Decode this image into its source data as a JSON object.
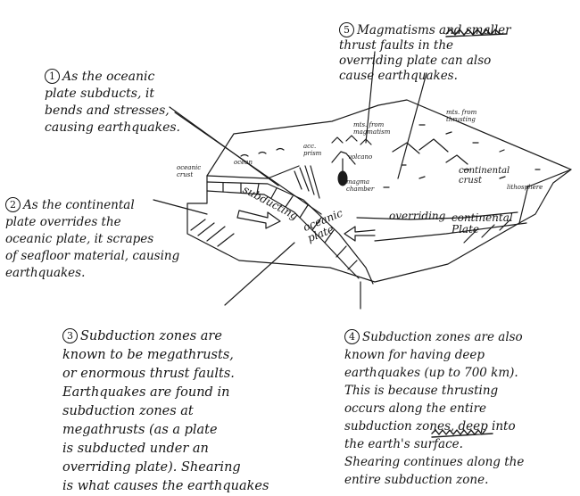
{
  "notes": [
    {
      "number": "1",
      "text": "As the oceanic\nplate subducts, it\nbends and stresses,\ncausing earthquakes."
    },
    {
      "number": "2",
      "text": "As the continental\nplate overrides the\noceanic plate, it scrapes\nof seafloor material, causing\nearthquakes."
    },
    {
      "number": "3",
      "text": "Subduction zones are\nknown to be megathrusts,\nor enormous thrust faults.\nEarthquakes are found in\nsubduction zones at\nmegathrusts (as a plate\nis subducted under an\noverriding plate). Shearing\nis what causes the earthquakes"
    },
    {
      "number": "4",
      "text": "Subduction zones are also\nknown for having deep\nearthquakes (up to 700 km).\nThis is because thrusting\noccurs along the entire\nsubduction zones, deep into\nthe earth's        surface.\nShearing continues along the\nentire subduction zone."
    },
    {
      "number": "5",
      "text": "Magmatisms and smaller\nthrust faults            in the\noverriding plate can also\ncause earthquakes."
    }
  ],
  "labels": {
    "ocean": "ocean",
    "oceanic_crust": "oceanic\ncrust",
    "acc_prism": "acc.\nprism",
    "volcano": "volcano",
    "mts_magmatism": "mts. from\nmagmatism",
    "mts_thrusting": "mts. from\nthrusting",
    "magma_chamber": "magma\nchamber",
    "continental_crust": "continental\ncrust",
    "lithosphere": "lithosphere",
    "subducting": "subducting",
    "overriding": "overriding",
    "oceanic_plate": "oceanic\nplate",
    "continental_plate": "continental\nPlate"
  }
}
